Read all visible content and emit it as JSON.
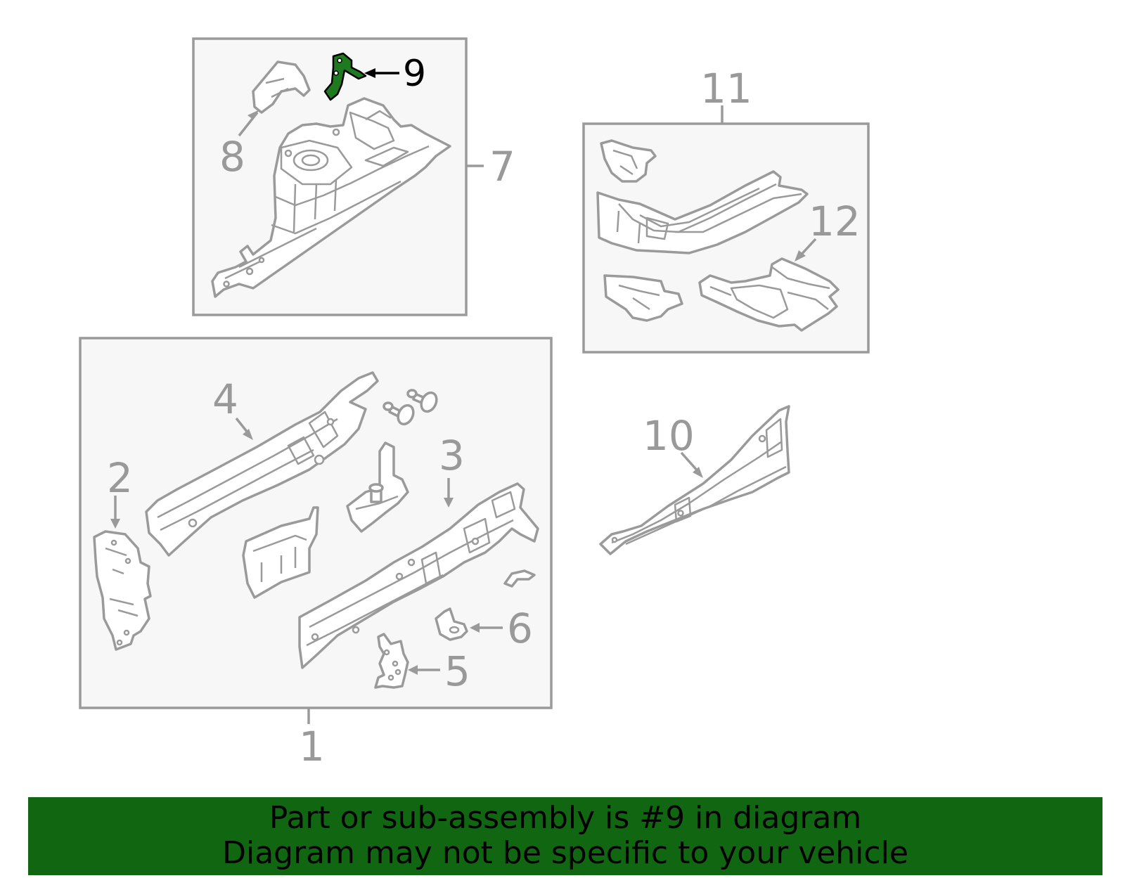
{
  "diagram": {
    "callouts": {
      "c1": "1",
      "c2": "2",
      "c3": "3",
      "c4": "4",
      "c5": "5",
      "c6": "6",
      "c7": "7",
      "c8": "8",
      "c9": "9",
      "c10": "10",
      "c11": "11",
      "c12": "12"
    },
    "highlighted_part": "9",
    "colors": {
      "line": "#9a9a9a",
      "box_fill": "#f7f7f7",
      "highlight_fill": "#1f7a1f",
      "banner": "#116611"
    }
  },
  "banner": {
    "line1": "Part or sub-assembly is #9 in diagram",
    "line2": "Diagram may not be specific to your vehicle"
  }
}
